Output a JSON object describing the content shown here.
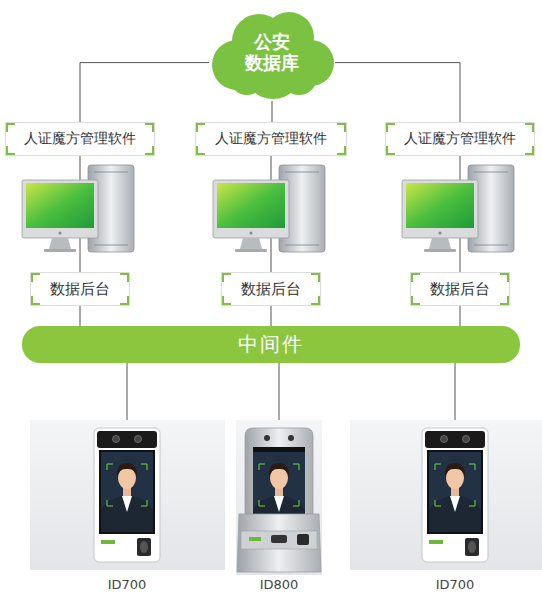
{
  "diagram": {
    "nodes": [
      {
        "text": [
          "公安 数据库"
        ]
      },
      {
        "text": [
          "人证魔方管理软件"
        ]
      },
      {
        "text": [
          "人证魔方管理软件"
        ]
      },
      {
        "text": [
          "人证魔方管理软件"
        ]
      },
      {
        "text": [
          "数据后台"
        ]
      },
      {
        "text": [
          "数据后台"
        ]
      },
      {
        "text": [
          "数据后台"
        ]
      },
      {
        "text": [
          "中间件"
        ]
      },
      {
        "text": [
          "ID700"
        ]
      },
      {
        "text": [
          "ID800"
        ]
      },
      {
        "text": [
          "ID700"
        ]
      }
    ],
    "edges": [
      {
        "from": 0,
        "to": 1,
        "arrow": "none"
      },
      {
        "from": 0,
        "to": 2,
        "arrow": "none"
      },
      {
        "from": 0,
        "to": 3,
        "arrow": "none"
      },
      {
        "from": 1,
        "to": 4,
        "arrow": "none"
      },
      {
        "from": 2,
        "to": 5,
        "arrow": "none"
      },
      {
        "from": 3,
        "to": 6,
        "arrow": "none"
      },
      {
        "from": 4,
        "to": 7,
        "arrow": "none"
      },
      {
        "from": 5,
        "to": 7,
        "arrow": "none"
      },
      {
        "from": 6,
        "to": 7,
        "arrow": "none"
      },
      {
        "from": 7,
        "to": 8,
        "arrow": "none"
      },
      {
        "from": 7,
        "to": 9,
        "arrow": "none"
      },
      {
        "from": 7,
        "to": 10,
        "arrow": "none"
      }
    ]
  }
}
